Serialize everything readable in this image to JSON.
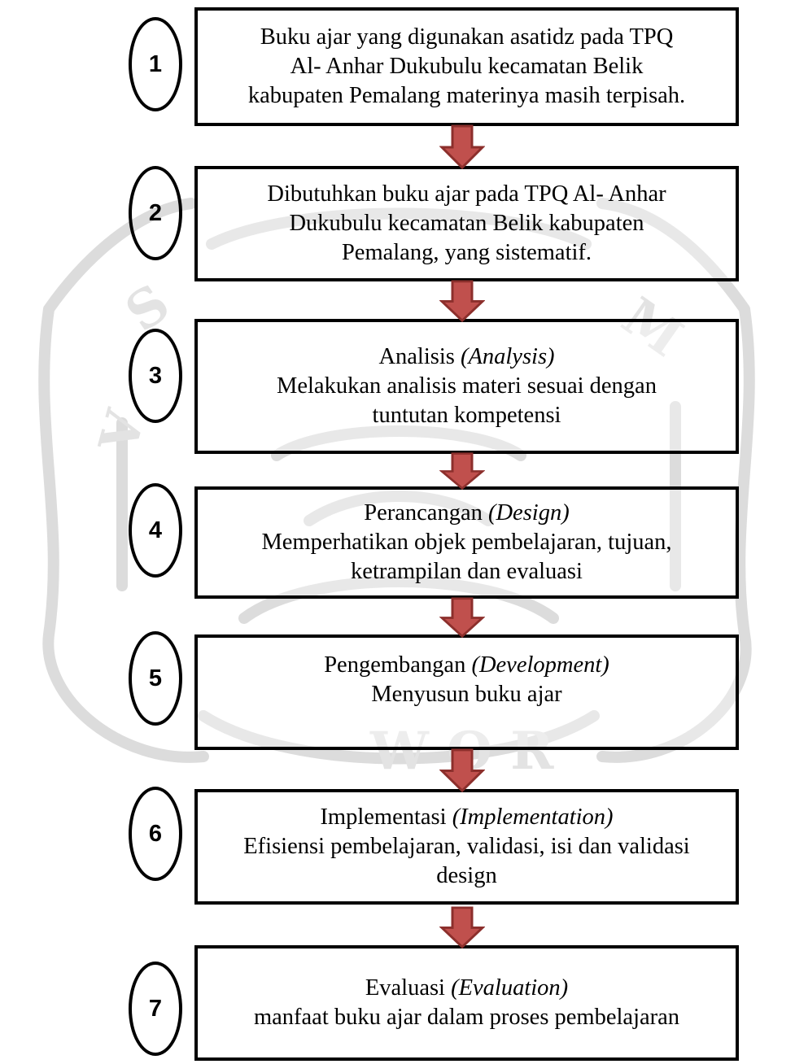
{
  "diagram": {
    "steps": [
      {
        "number": "1",
        "lines": [
          "Buku ajar yang digunakan asatidz pada TPQ",
          "Al- Anhar Dukubulu kecamatan Belik",
          "kabupaten Pemalang materinya masih terpisah."
        ]
      },
      {
        "number": "2",
        "lines": [
          "Dibutuhkan buku ajar pada TPQ Al- Anhar",
          "Dukubulu kecamatan Belik kabupaten",
          "Pemalang, yang sistematif."
        ]
      },
      {
        "number": "3",
        "title": "Analisis ",
        "title_italic": "(Analysis)",
        "lines": [
          "Melakukan analisis materi sesuai dengan",
          "tuntutan kompetensi"
        ]
      },
      {
        "number": "4",
        "title": "Perancangan ",
        "title_italic": "(Design)",
        "lines": [
          "Memperhatikan objek pembelajaran, tujuan,",
          "ketrampilan dan evaluasi"
        ]
      },
      {
        "number": "5",
        "title": "Pengembangan ",
        "title_italic": "(Development)",
        "lines": [
          "Menyusun buku ajar"
        ]
      },
      {
        "number": "6",
        "title": "Implementasi ",
        "title_italic": "(Implementation)",
        "lines": [
          "Efisiensi pembelajaran, validasi, isi dan validasi",
          "design"
        ]
      },
      {
        "number": "7",
        "title": "Evaluasi ",
        "title_italic": "(Evaluation)",
        "lines": [
          "manfaat buku ajar dalam proses pembelajaran"
        ]
      }
    ],
    "colors": {
      "arrow_fill": "#c0504d",
      "arrow_stroke": "#8c2f2c",
      "border": "#000000",
      "watermark": "#d9d9d9"
    }
  }
}
